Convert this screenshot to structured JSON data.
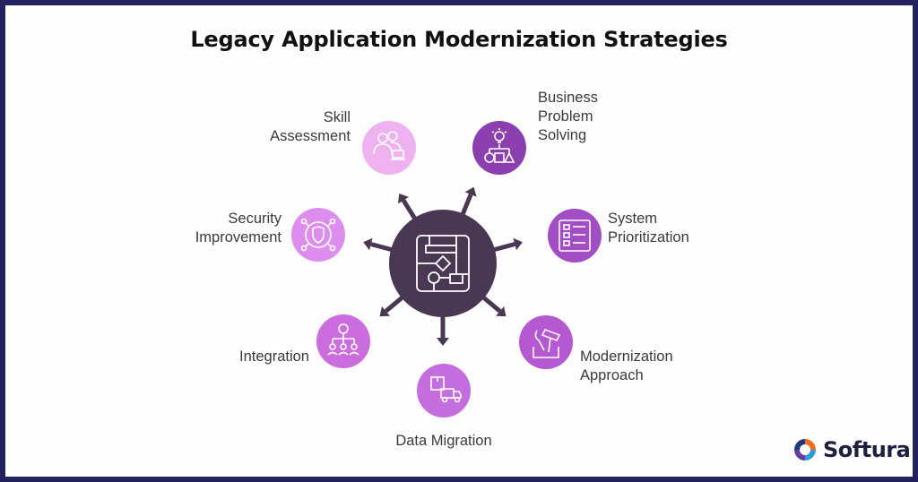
{
  "title": "Legacy Application Modernization Strategies",
  "hub": {
    "icon": "flowchart-icon",
    "color": "#4a3852"
  },
  "nodes": [
    {
      "id": "skill",
      "lines": [
        "Skill",
        "Assessment"
      ],
      "icon": "people-laptop-icon",
      "color": "#eeb2f1"
    },
    {
      "id": "business",
      "lines": [
        "Business",
        "Problem",
        "Solving"
      ],
      "icon": "lightbulb-flowchart-icon",
      "color": "#8c3faf"
    },
    {
      "id": "system",
      "lines": [
        "System",
        "Prioritization"
      ],
      "icon": "checklist-icon",
      "color": "#a14dc3"
    },
    {
      "id": "modernization",
      "lines": [
        "Modernization",
        "Approach"
      ],
      "icon": "tools-icon",
      "color": "#b559d2"
    },
    {
      "id": "data",
      "lines": [
        "Data Migration"
      ],
      "icon": "box-truck-icon",
      "color": "#c46ddf"
    },
    {
      "id": "integration",
      "lines": [
        "Integration"
      ],
      "icon": "network-people-icon",
      "color": "#cb6cdf"
    },
    {
      "id": "security",
      "lines": [
        "Security",
        "Improvement"
      ],
      "icon": "shield-network-icon",
      "color": "#dd8ded"
    }
  ],
  "arrow_color": "#4a3852",
  "logo": {
    "text": "Softura",
    "icon": "softura-logo-icon"
  }
}
